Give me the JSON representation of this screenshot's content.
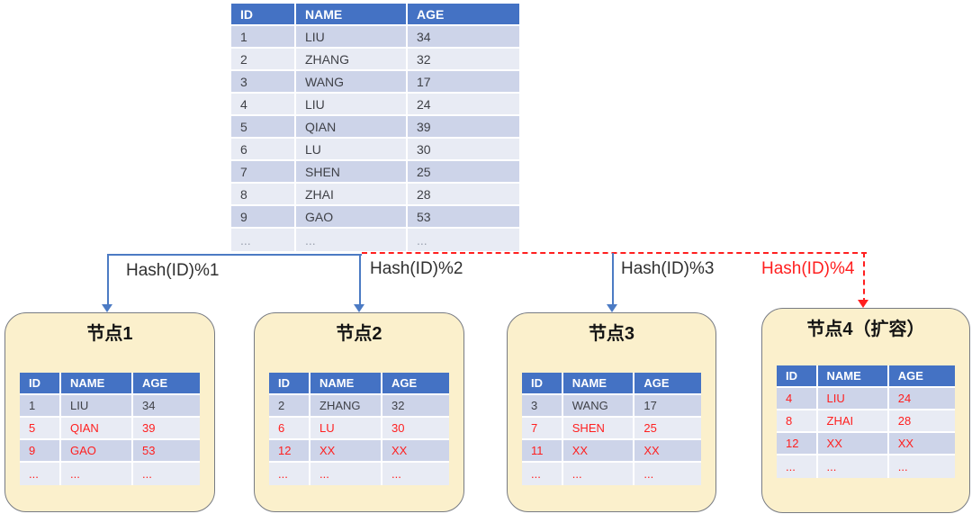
{
  "colors": {
    "header_blue": "#4472C4",
    "header_text": "#FFFFFF",
    "row_dark": "#CDD4E9",
    "row_light": "#E8EBF4",
    "node_fill": "#FBF0CC",
    "node_border": "#777B83",
    "connector_blue": "#4C7BC4",
    "red": "#FF1F1F",
    "cell_text": "#3F4147",
    "muted_gray": "#9CA3B0",
    "label_text": "#303030"
  },
  "main_table": {
    "headers": [
      "ID",
      "NAME",
      "AGE"
    ],
    "rows": [
      [
        "1",
        "LIU",
        "34"
      ],
      [
        "2",
        "ZHANG",
        "32"
      ],
      [
        "3",
        "WANG",
        "17"
      ],
      [
        "4",
        "LIU",
        "24"
      ],
      [
        "5",
        "QIAN",
        "39"
      ],
      [
        "6",
        "LU",
        "30"
      ],
      [
        "7",
        "SHEN",
        "25"
      ],
      [
        "8",
        "ZHAI",
        "28"
      ],
      [
        "9",
        "GAO",
        "53"
      ],
      [
        "...",
        "...",
        "..."
      ]
    ],
    "muted_rows": [
      9
    ]
  },
  "connectors": [
    {
      "label": "Hash(ID)%1",
      "style": "solid",
      "color": "blue"
    },
    {
      "label": "Hash(ID)%2",
      "style": "solid",
      "color": "blue"
    },
    {
      "label": "Hash(ID)%3",
      "style": "solid",
      "color": "blue"
    },
    {
      "label": "Hash(ID)%4",
      "style": "dashed",
      "color": "red"
    }
  ],
  "nodes": [
    {
      "title": "节点1",
      "headers": [
        "ID",
        "NAME",
        "AGE"
      ],
      "rows": [
        [
          "1",
          "LIU",
          "34"
        ],
        [
          "5",
          "QIAN",
          "39"
        ],
        [
          "9",
          "GAO",
          "53"
        ],
        [
          "...",
          "...",
          "..."
        ]
      ],
      "red_rows": [
        1,
        2,
        3
      ]
    },
    {
      "title": "节点2",
      "headers": [
        "ID",
        "NAME",
        "AGE"
      ],
      "rows": [
        [
          "2",
          "ZHANG",
          "32"
        ],
        [
          "6",
          "LU",
          "30"
        ],
        [
          "12",
          "XX",
          "XX"
        ],
        [
          "...",
          "...",
          "..."
        ]
      ],
      "red_rows": [
        1,
        2,
        3
      ]
    },
    {
      "title": "节点3",
      "headers": [
        "ID",
        "NAME",
        "AGE"
      ],
      "rows": [
        [
          "3",
          "WANG",
          "17"
        ],
        [
          "7",
          "SHEN",
          "25"
        ],
        [
          "11",
          "XX",
          "XX"
        ],
        [
          "...",
          "...",
          "..."
        ]
      ],
      "red_rows": [
        1,
        2,
        3
      ]
    },
    {
      "title": "节点4（扩容）",
      "headers": [
        "ID",
        "NAME",
        "AGE"
      ],
      "rows": [
        [
          "4",
          "LIU",
          "24"
        ],
        [
          "8",
          "ZHAI",
          "28"
        ],
        [
          "12",
          "XX",
          "XX"
        ],
        [
          "...",
          "...",
          "..."
        ]
      ],
      "red_rows": [
        0,
        1,
        2,
        3
      ]
    }
  ]
}
